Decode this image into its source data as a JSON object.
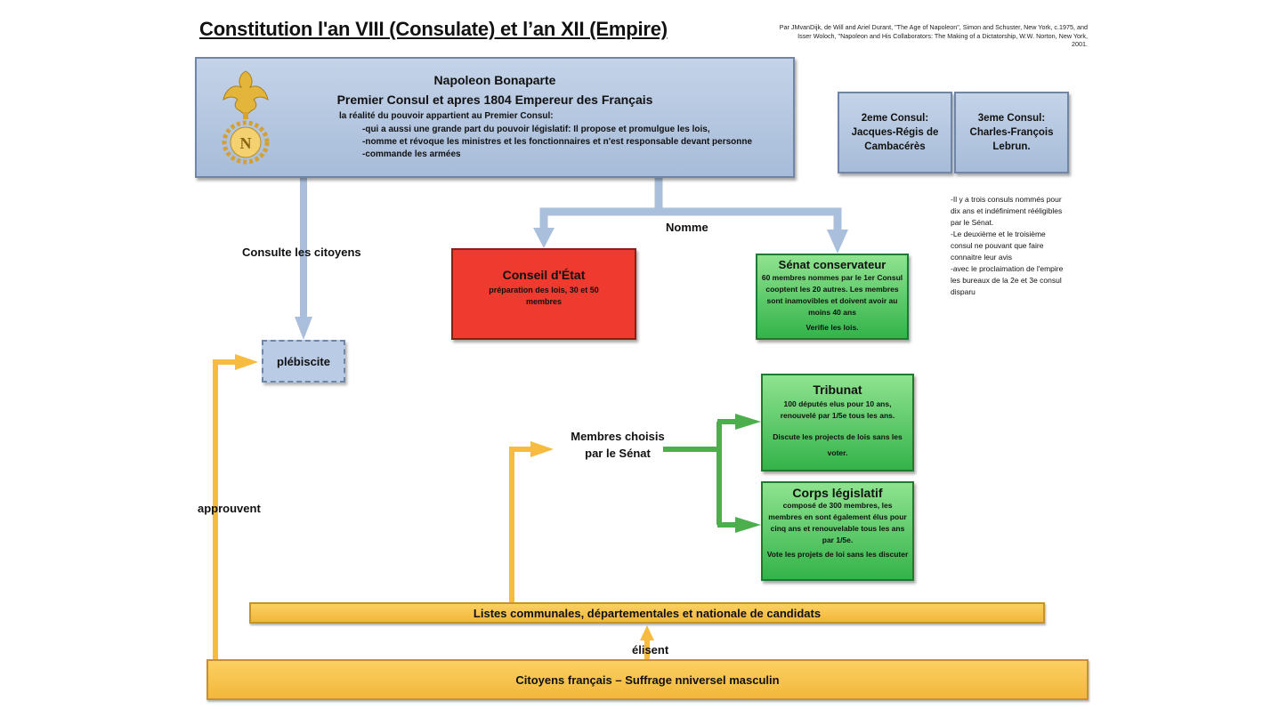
{
  "title": "Constitution l'an VIII (Consulate) et l’an XII (Empire)",
  "source_lines": [
    "Par JMvanDijk, de Will and Ariel Durant, \"The Age of Napoleon\", Simon and Schuster, New York, c.1975, and",
    "Isser Woloch, \"Napoleon and His Collaborators:  The Making of a Dictatorship, W.W. Norton, New York,",
    "2001."
  ],
  "napoleon": {
    "name": "Napoleon Bonaparte",
    "role": "Premier Consul et apres 1804 Empereur des Français",
    "intro": "la réalité du pouvoir appartient au Premier Consul:",
    "powers": [
      "-qui a aussi une grande part du pouvoir législatif: Il propose et promulgue les lois,",
      "-nomme et révoque les ministres et les fonctionnaires et n'est responsable devant personne",
      "-commande les armées"
    ],
    "emblem_letter": "N"
  },
  "consul2": {
    "lines": [
      "2eme Consul:",
      "Jacques-Régis de",
      "Cambacérès"
    ]
  },
  "consul3": {
    "lines": [
      "3eme Consul:",
      "Charles-François",
      "Lebrun."
    ]
  },
  "consuls_note": [
    "-Il y a trois consuls nommés pour",
    "dix ans et indéfiniment rééligibles",
    "par le Sénat.",
    "-Le deuxième et le troisième",
    "consul ne pouvant que faire",
    "connaitre leur avis",
    "-avec le proclaimation de l'empire",
    "les bureaux de la 2e et 3e consul",
    "disparu"
  ],
  "labels": {
    "consulte": "Consulte les citoyens",
    "nomme": "Nomme",
    "membres_line1": "Membres choisis",
    "membres_line2": "par le Sénat",
    "approuvent": "approuvent",
    "elisent": "élisent"
  },
  "conseil": {
    "title": "Conseil d'État",
    "desc": "préparation des lois, 30 et 50 membres"
  },
  "senat": {
    "title": "Sénat conservateur",
    "desc": "60 membres nommes par le 1er Consul cooptent les 20 autres. Les membres sont inamovibles et doivent avoir au moins 40 ans",
    "note": "Verifie les lois."
  },
  "plebiscite": "plébiscite",
  "tribunat": {
    "title": "Tribunat",
    "desc": "100 députés elus pour 10 ans, renouvelé par 1/5e tous les ans.",
    "note": "Discute les projects de lois sans les voter."
  },
  "corps": {
    "title": "Corps législatif",
    "desc": "composé de 300 membres, les membres en sont également élus pour cinq ans et renouvelable tous les ans par 1/5e.",
    "note": "Vote les projets de loi sans les discuter"
  },
  "listes": "Listes communales, départementales et nationale de candidats",
  "citoyens": "Citoyens français – Suffrage nniversel masculin",
  "colors": {
    "blue_arrow": "#a9bfdc",
    "green_arrow": "#4cae4c",
    "gold_arrow": "#f6bb3f",
    "conseil_red": "#ee3a2f"
  }
}
